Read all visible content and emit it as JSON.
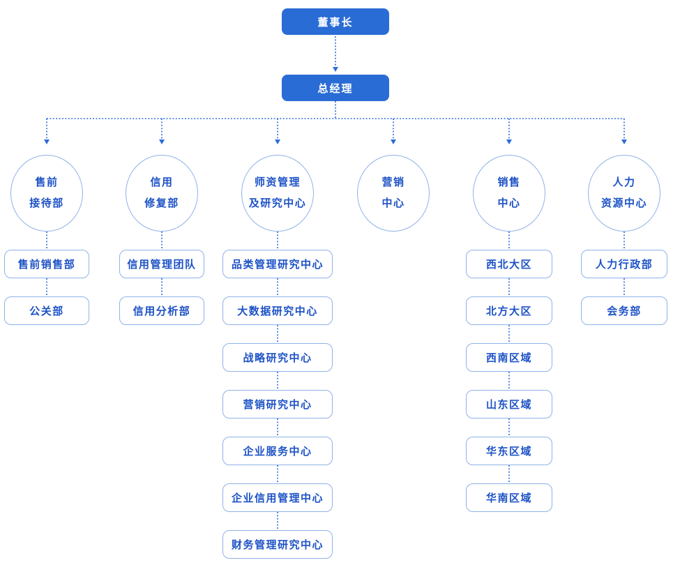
{
  "colors": {
    "background": "#ffffff",
    "solid_fill": "#2a6cd5",
    "solid_text": "#ffffff",
    "node_border": "#8fb2e8",
    "node_text": "#1d52c6",
    "connector": "#2e6bd9"
  },
  "chairman": {
    "label": "董事长"
  },
  "general_manager": {
    "label": "总经理"
  },
  "departments": [
    {
      "id": "pre-sales-reception",
      "label_lines": [
        "售前",
        "接待部"
      ],
      "children": [
        "售前销售部",
        "公关部"
      ]
    },
    {
      "id": "credit-repair",
      "label_lines": [
        "信用",
        "修复部"
      ],
      "children": [
        "信用管理团队",
        "信用分析部"
      ]
    },
    {
      "id": "faculty-research-center",
      "label_lines": [
        "师资管理",
        "及研究中心"
      ],
      "children": [
        "品类管理研究中心",
        "大数据研究中心",
        "战略研究中心",
        "营销研究中心",
        "企业服务中心",
        "企业信用管理中心",
        "财务管理研究中心"
      ]
    },
    {
      "id": "marketing-center",
      "label_lines": [
        "营销",
        "中心"
      ],
      "children": []
    },
    {
      "id": "sales-center",
      "label_lines": [
        "销售",
        "中心"
      ],
      "children": [
        "西北大区",
        "北方大区",
        "西南区域",
        "山东区域",
        "华东区域",
        "华南区域"
      ]
    },
    {
      "id": "hr-center",
      "label_lines": [
        "人力",
        "资源中心"
      ],
      "children": [
        "人力行政部",
        "会务部"
      ]
    }
  ]
}
